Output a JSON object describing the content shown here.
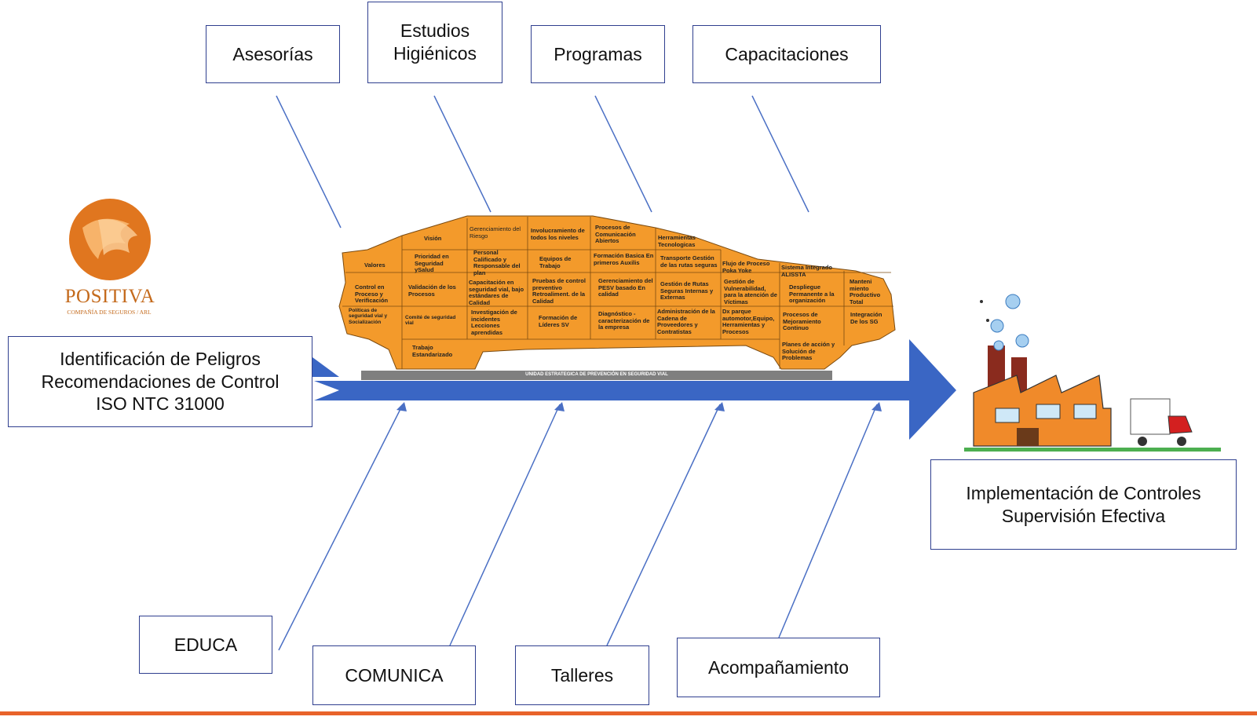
{
  "top_boxes": {
    "asesorias": "Asesorías",
    "estudios_line1": "Estudios",
    "estudios_line2": "Higiénicos",
    "programas": "Programas",
    "capacitaciones": "Capacitaciones"
  },
  "bottom_boxes": {
    "educa": "EDUCA",
    "comunica": "COMUNICA",
    "talleres": "Talleres",
    "acompanamiento": "Acompañamiento"
  },
  "left_box": {
    "line1": "Identificación de Peligros",
    "line2": "Recomendaciones de Control",
    "line3": "ISO NTC 31000"
  },
  "right_box": {
    "line1": "Implementación de Controles",
    "line2": "Supervisión Efectiva"
  },
  "logo": {
    "name": "POSITIVA",
    "subtitle": "COMPAÑÍA DE SEGUROS / ARL"
  },
  "car": {
    "strip_text": "UNIDAD ESTRATEGICA DE PREVENCIÓN EN SEGURIDAD VIAL",
    "cells": {
      "vision": "Visión",
      "gerenciamiento_riesgo": "Gerenciamiento del Riesgo",
      "involucramiento": "Involucramiento de todos los niveles",
      "procesos_comunicacion": "Procesos de Comunicación Abiertos",
      "herramientas": "Herramientas Tecnologicas",
      "valores": "Valores",
      "prioridad": "Prioridad en Seguridad ySalud",
      "personal": "Personal Calificado y Responsable del plan",
      "equipos": "Equipos de Trabajo",
      "formacion_basica": "Formación Basica En primeros Auxilis",
      "transporte": "Transporte Gestión de las rutas seguras",
      "flujo": "Flujo de Proceso Poka Yoke",
      "sistema": "Sistema Integrado ALISSTA",
      "control": "Control en Proceso y Verificación",
      "validacion": "Validación de los Procesos",
      "capacitacion": "Capacitación en seguridad vial, bajo estándares de Calidad",
      "pruebas": "Pruebas de control preventivo Retroaliment. de la Calidad",
      "gerenciamiento_pesv": "Gerenciamiento del PESV basado En calidad",
      "gestion_rutas": "Gestión de Rutas Seguras Internas y Externas",
      "vulnerabilidad": "Gestión de Vulnerabilidad, para la atención de Víctimas",
      "despliegue": "Despliegue Permanente a la organización",
      "mantenimiento": "Manteni miento Productivo Total",
      "politicas": "Políticas de seguridad vial y Socialización",
      "comite": "Comité de seguridad vial",
      "investigacion": "Investigación de incidentes Lecciones aprendidas",
      "lideres": "Formación de Líderes SV",
      "diagnostico": "Diagnóstico - caracterización de la empresa",
      "administracion": "Administración de la Cadena de Proveedores y Contratistas",
      "dx_parque": "Dx parque automotor,Equipo, Herramientas y Procesos",
      "mejoramiento": "Procesos de Mejoramiento Continuo",
      "integracion": "Integración De los SG",
      "trabajo": "Trabajo Estandarizado",
      "planes": "Planes de acción y Solución de Problemas"
    }
  },
  "colors": {
    "box_border": "#2f3f8f",
    "line": "#4a6fc4",
    "arrow": "#3a66c4",
    "car": "#f39a2b",
    "accent_bar": "#e8632a"
  }
}
